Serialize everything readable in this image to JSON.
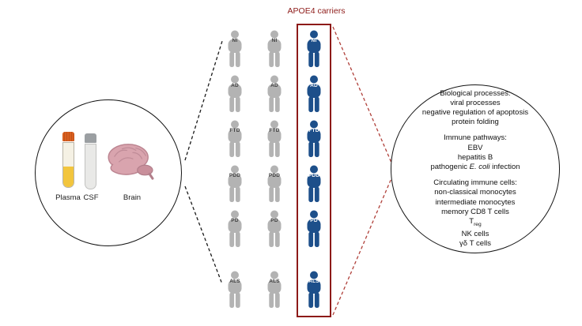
{
  "figure": {
    "background": "#ffffff"
  },
  "apoe4": {
    "label": "APOE4 carriers",
    "accent_color": "#8d1a18"
  },
  "samples": {
    "plasma_label": "Plasma",
    "csf_label": "CSF",
    "brain_label": "Brain"
  },
  "cohort": {
    "rows": [
      {
        "label": "NI"
      },
      {
        "label": "AD"
      },
      {
        "label": "FTD"
      },
      {
        "label": "PDD"
      },
      {
        "label": "PD"
      },
      {
        "label": "ALS"
      }
    ],
    "noncarrier_color": "#b3b3b3",
    "carrier_color": "#1d4f8a"
  },
  "findings": {
    "biological": {
      "title": "Biological processes:",
      "items": [
        "viral processes",
        "negative regulation of apoptosis",
        "protein folding"
      ]
    },
    "immune": {
      "title": "Immune pathways:",
      "items": [
        "EBV",
        "hepatitis B"
      ],
      "pathogenic_prefix": "pathogenic ",
      "pathogenic_italic": "E. coli",
      "pathogenic_suffix": " infection"
    },
    "circulating": {
      "title": "Circulating immune cells:",
      "items": [
        "non-classical monocytes",
        "intermediate monocytes",
        "memory CD8 T cells"
      ],
      "treg_base": "T",
      "treg_sub": "reg",
      "items2": [
        "NK cells",
        "γδ T cells"
      ]
    }
  }
}
